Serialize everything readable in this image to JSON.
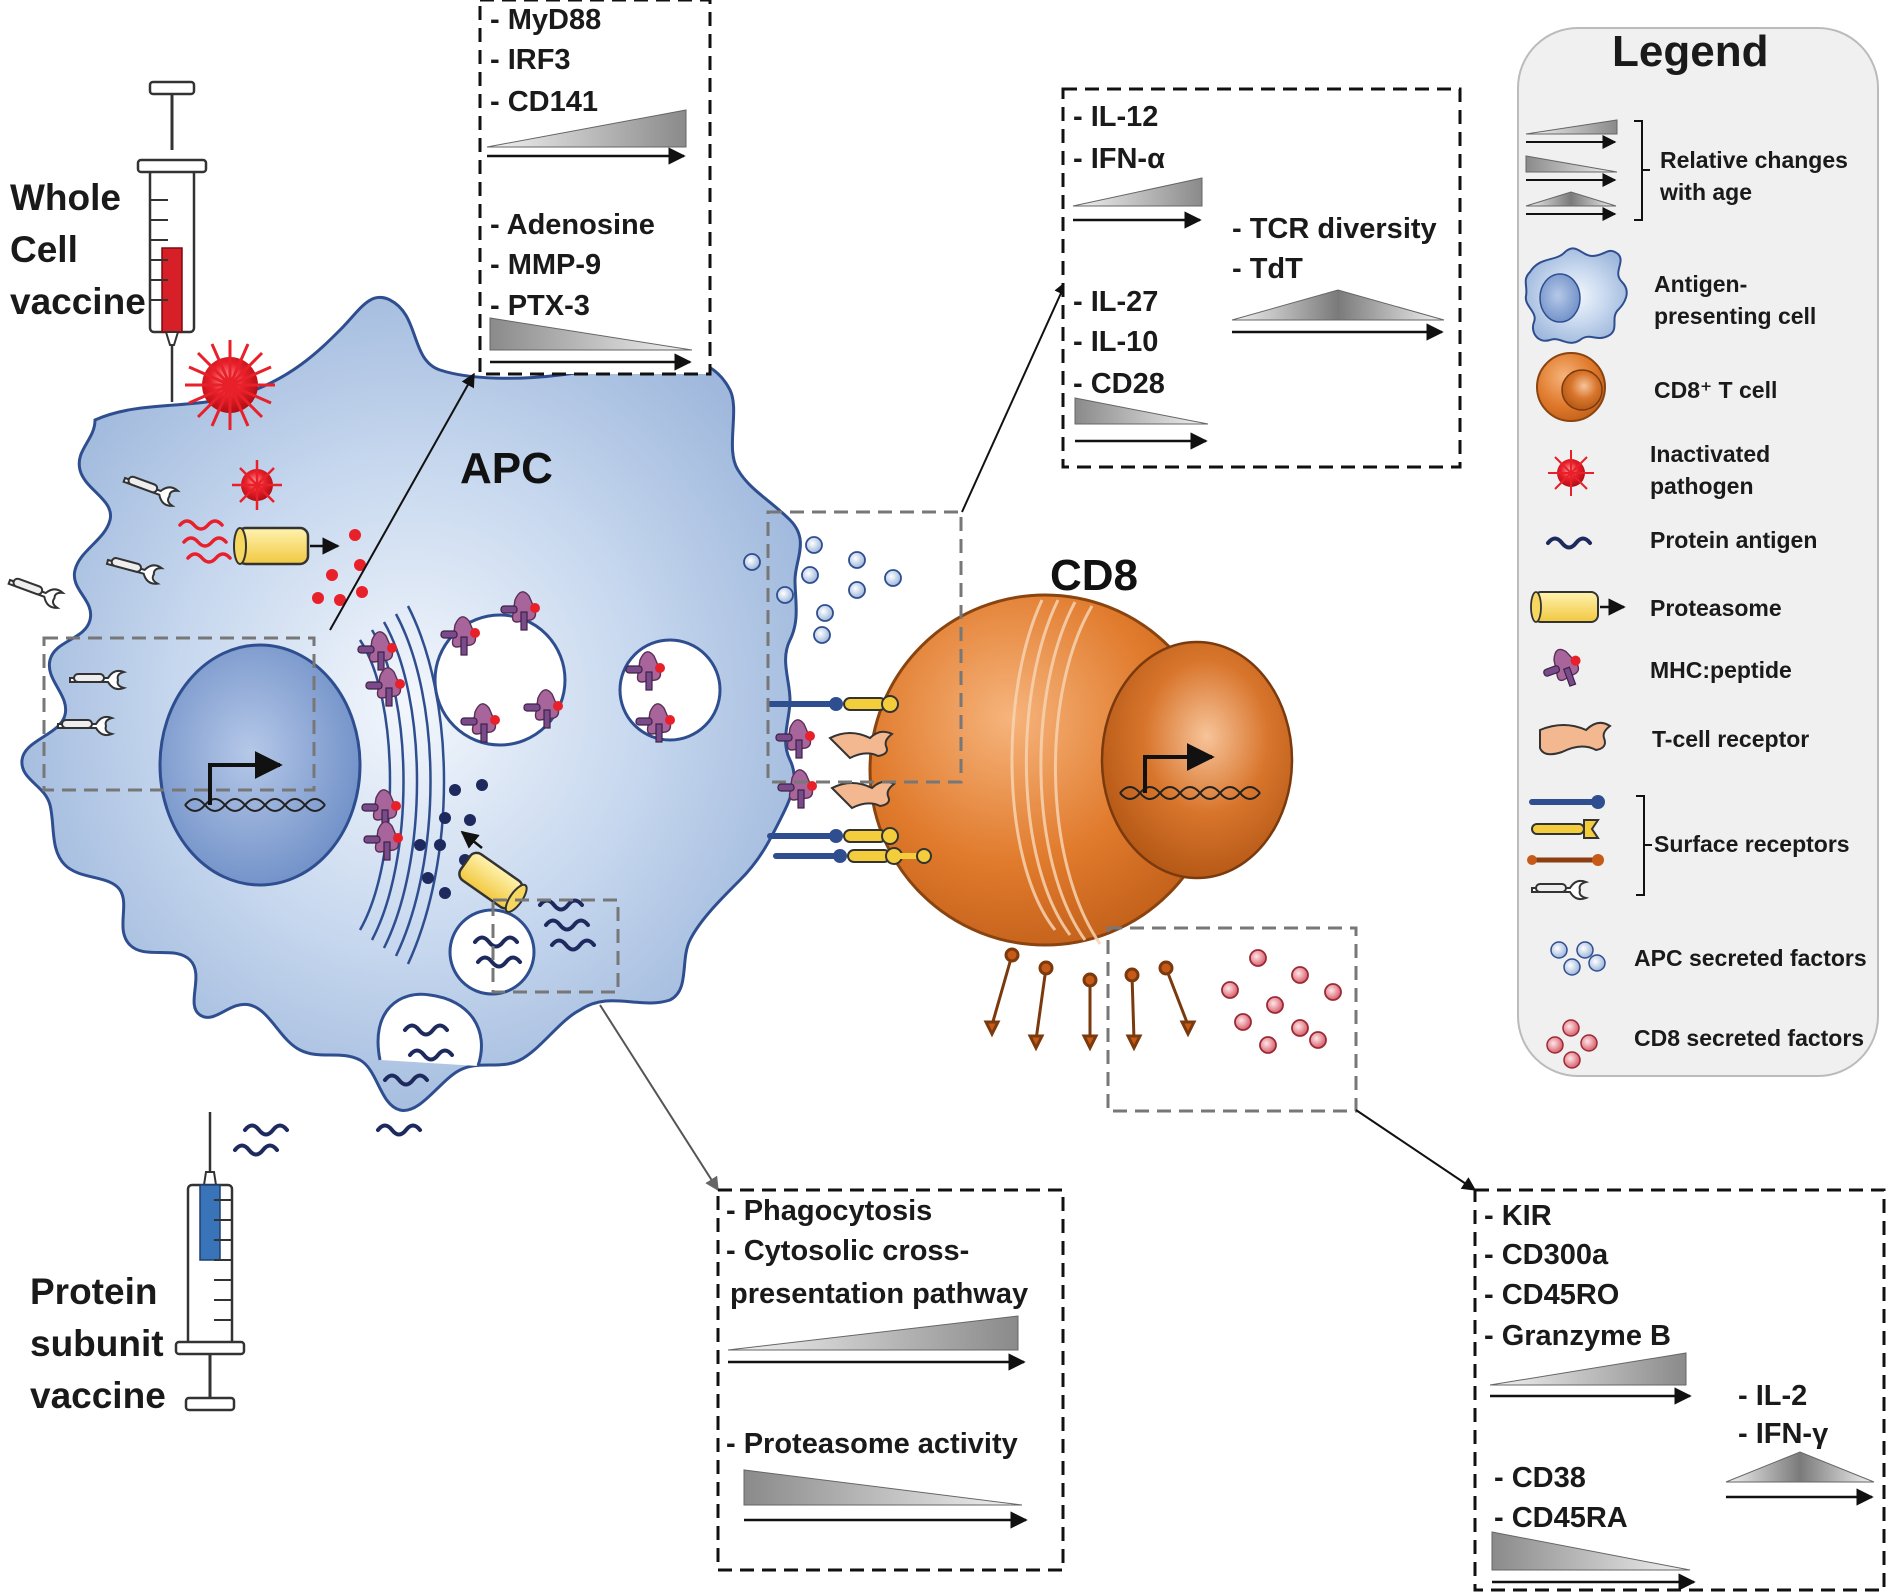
{
  "cells": {
    "apc_label": "APC",
    "cd8_label": "CD8"
  },
  "vaccines": {
    "whole_cell": "Whole Cell vaccine",
    "protein_subunit": "Protein subunit vaccine"
  },
  "boxes": {
    "apc_signaling": {
      "group_increase": [
        "- MyD88",
        "- IRF3",
        "- CD141"
      ],
      "group_decrease": [
        "- Adenosine",
        "- MMP-9",
        "- PTX-3"
      ]
    },
    "apc_cytokines": {
      "group_increase": [
        "- IL-12",
        "- IFN-α"
      ],
      "group_decrease": [
        "- IL-27",
        "- IL-10",
        "- CD28"
      ],
      "group_peak": [
        "- TCR diversity",
        "- TdT"
      ]
    },
    "antigen_processing": {
      "group_increase": [
        "- Phagocytosis",
        "- Cytosolic cross-",
        "presentation pathway"
      ],
      "group_decrease": [
        "- Proteasome activity"
      ]
    },
    "cd8_markers": {
      "group_increase": [
        "- KIR",
        "- CD300a",
        "- CD45RO",
        "- Granzyme B"
      ],
      "group_decrease": [
        "- CD38",
        "- CD45RA"
      ],
      "group_peak": [
        "- IL-2",
        "- IFN-γ"
      ]
    }
  },
  "legend": {
    "title": "Legend",
    "items": [
      {
        "key": "relative_changes",
        "label": "Relative changes with age",
        "icon": "triangle-trend-icons"
      },
      {
        "key": "apc",
        "label": "Antigen-presenting cell",
        "icon": "apc-cell-icon",
        "color": "#a9c1e0"
      },
      {
        "key": "cd8",
        "label": "CD8⁺ T cell",
        "icon": "cd8-cell-icon",
        "color": "#e07a2c"
      },
      {
        "key": "pathogen",
        "label": "Inactivated pathogen",
        "icon": "pathogen-icon",
        "color": "#e8202a"
      },
      {
        "key": "protein_antigen",
        "label": "Protein antigen",
        "icon": "protein-antigen-icon",
        "color": "#1e2a5e"
      },
      {
        "key": "proteasome",
        "label": "Proteasome",
        "icon": "proteasome-icon",
        "color": "#f6d860"
      },
      {
        "key": "mhc_peptide",
        "label": "MHC:peptide",
        "icon": "mhc-peptide-icon",
        "color": "#a8659c"
      },
      {
        "key": "tcr",
        "label": "T-cell receptor",
        "icon": "tcr-icon",
        "color": "#f4b890"
      },
      {
        "key": "surface_receptors",
        "label": "Surface receptors",
        "icon": "surface-receptors-icon"
      },
      {
        "key": "apc_secreted",
        "label": "APC secreted factors",
        "icon": "apc-secreted-icon",
        "color": "#b8cde8"
      },
      {
        "key": "cd8_secreted",
        "label": "CD8 secreted factors",
        "icon": "cd8-secreted-icon",
        "color": "#f0a6ad"
      }
    ]
  }
}
